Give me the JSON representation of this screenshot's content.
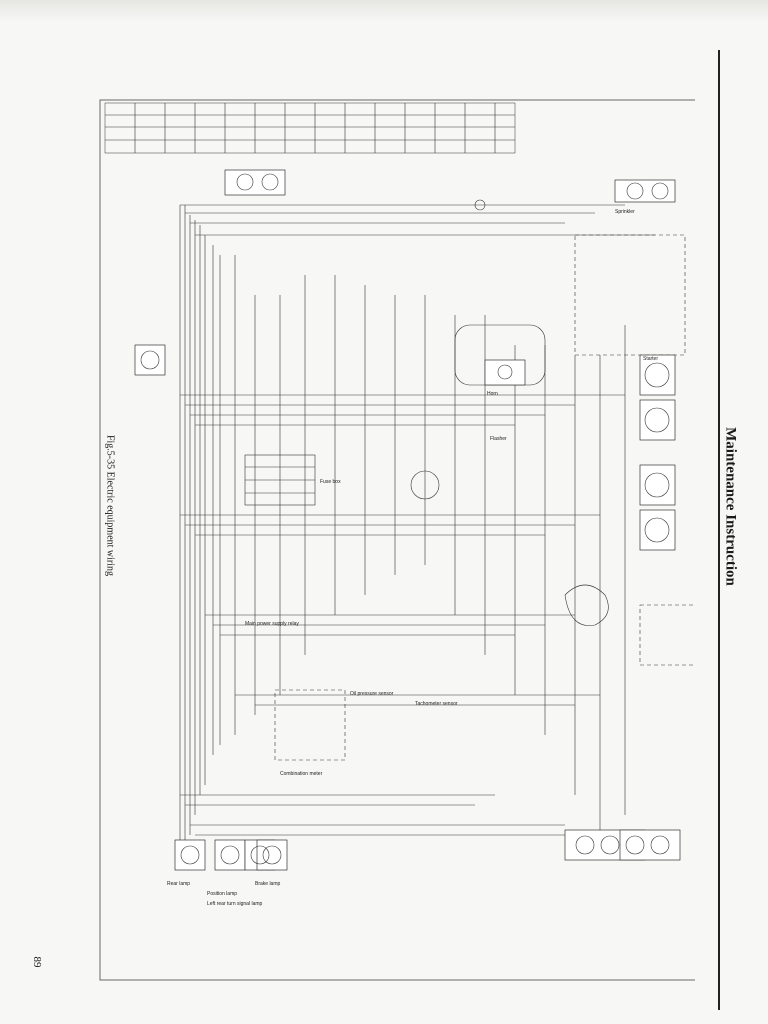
{
  "header": {
    "title": "Maintenance Instruction"
  },
  "figure": {
    "caption": "Fig.5-35 Electric equipment wiring"
  },
  "footer": {
    "page_number": "89"
  },
  "diagram_labels": {
    "starter": "Starter",
    "fuse_box": "Fuse box",
    "rear_lamp": "Rear lamp",
    "position_lamp": "Position lamp",
    "left_rear_turn_signal": "Left rear turn signal lamp",
    "brake_lamp": "Brake lamp",
    "main_power_relay": "Main power supply relay",
    "tachometer_sensor": "Tachometer sensor",
    "oil_pressure_sensor": "Oil pressure sensor",
    "combination_meter": "Combination meter",
    "horn": "Horn",
    "sprinkler": "Sprinkler",
    "flasher": "Flasher"
  }
}
